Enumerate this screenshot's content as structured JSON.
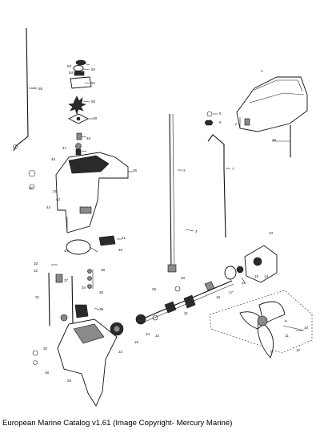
{
  "caption": "European Marine Catalog v1.61 (Image Copyright- Mercury Marine)",
  "callouts": {
    "c1": "1",
    "c2": "2",
    "c3": "3",
    "c4": "4",
    "c5": "5",
    "c6": "6",
    "c7": "7",
    "c8": "8",
    "c9": "9",
    "c10": "10",
    "c11": "11",
    "c12": "12",
    "c13": "13",
    "c14": "14",
    "c15": "15",
    "c16": "16",
    "c17": "17",
    "c18": "18",
    "c19": "19",
    "c20": "20",
    "c21": "21",
    "c22": "22",
    "c23": "23",
    "c24": "24",
    "c25": "25",
    "c26": "26",
    "c27": "27",
    "c28": "28",
    "c29": "29",
    "c30": "30",
    "c31": "31",
    "c32": "32",
    "c33": "33",
    "c34": "34",
    "c35": "35",
    "c36": "36",
    "c37": "37",
    "c38": "38",
    "c39": "39",
    "c40": "40",
    "c41": "41",
    "c42": "42",
    "c43": "43",
    "c44": "44",
    "c45": "45",
    "c46": "46",
    "c47": "47",
    "c48": "48",
    "c49": "49",
    "c50": "50",
    "c51": "51",
    "c52": "52",
    "c53": "53",
    "c54": "54",
    "c55": "55"
  }
}
